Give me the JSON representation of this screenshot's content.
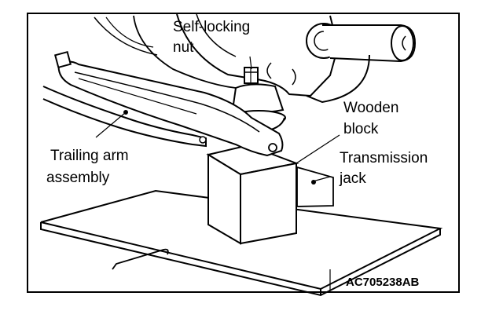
{
  "figure": {
    "labels": {
      "self_locking_nut_line1": "Self-locking",
      "self_locking_nut_line2": "nut",
      "wooden_block_line1": "Wooden",
      "wooden_block_line2": "block",
      "transmission_jack_line1": "Transmission",
      "transmission_jack_line2": "jack",
      "trailing_arm_line1": "Trailing arm",
      "trailing_arm_line2": "assembly"
    },
    "figure_code": "AC705238AB"
  }
}
